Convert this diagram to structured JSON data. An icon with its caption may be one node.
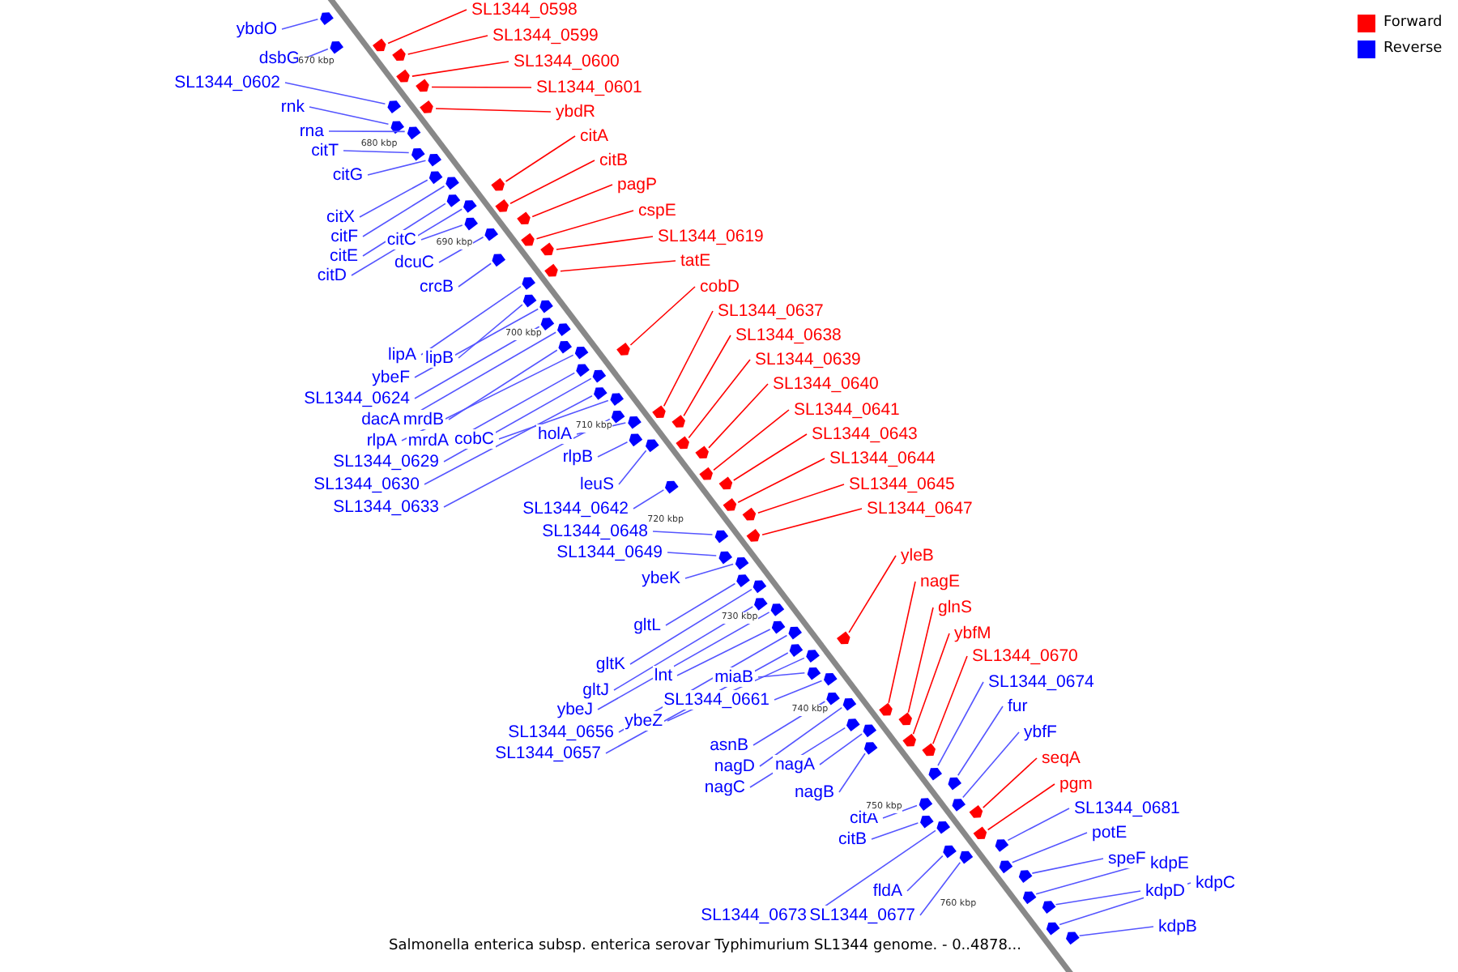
{
  "diagram": {
    "caption": "Salmonella enterica subsp. enterica serovar Typhimurium SL1344 genome. - 0..4878...",
    "nodes": [
      {
        "text": [
          "SL1344_0598"
        ]
      },
      {
        "text": [
          "ybdO"
        ]
      },
      {
        "text": [
          "SL1344_0599"
        ]
      },
      {
        "text": [
          "dsbG"
        ]
      },
      {
        "text": [
          "SL1344_0600"
        ]
      },
      {
        "text": [
          "SL1344_0602"
        ]
      },
      {
        "text": [
          "SL1344_0601"
        ]
      },
      {
        "text": [
          "rnk"
        ]
      },
      {
        "text": [
          "ybdR"
        ]
      },
      {
        "text": [
          "rna"
        ]
      },
      {
        "text": [
          "citA"
        ]
      },
      {
        "text": [
          "citT"
        ]
      },
      {
        "text": [
          "citB"
        ]
      },
      {
        "text": [
          "citG"
        ]
      },
      {
        "text": [
          "pagP"
        ]
      },
      {
        "text": [
          "cspE"
        ]
      },
      {
        "text": [
          "citX"
        ]
      },
      {
        "text": [
          "SL1344_0619"
        ]
      },
      {
        "text": [
          "citF"
        ]
      },
      {
        "text": [
          "citC"
        ]
      },
      {
        "text": [
          "citE"
        ]
      },
      {
        "text": [
          "tatE"
        ]
      },
      {
        "text": [
          "dcuC"
        ]
      },
      {
        "text": [
          "citD"
        ]
      },
      {
        "text": [
          "cobD"
        ]
      },
      {
        "text": [
          "crcB"
        ]
      },
      {
        "text": [
          "SL1344_0637"
        ]
      },
      {
        "text": [
          "SL1344_0638"
        ]
      },
      {
        "text": [
          "lipA"
        ]
      },
      {
        "text": [
          "lipB"
        ]
      },
      {
        "text": [
          "SL1344_0639"
        ]
      },
      {
        "text": [
          "ybeF"
        ]
      },
      {
        "text": [
          "SL1344_0640"
        ]
      },
      {
        "text": [
          "SL1344_0624"
        ]
      },
      {
        "text": [
          "SL1344_0641"
        ]
      },
      {
        "text": [
          "dacA"
        ]
      },
      {
        "text": [
          "mrdB"
        ]
      },
      {
        "text": [
          "holA"
        ]
      },
      {
        "text": [
          "SL1344_0643"
        ]
      },
      {
        "text": [
          "cobC"
        ]
      },
      {
        "text": [
          "rlpA"
        ]
      },
      {
        "text": [
          "mrdA"
        ]
      },
      {
        "text": [
          "rlpB"
        ]
      },
      {
        "text": [
          "SL1344_0644"
        ]
      },
      {
        "text": [
          "SL1344_0629"
        ]
      },
      {
        "text": [
          "leuS"
        ]
      },
      {
        "text": [
          "SL1344_0645"
        ]
      },
      {
        "text": [
          "SL1344_0630"
        ]
      },
      {
        "text": [
          "SL1344_0633"
        ]
      },
      {
        "text": [
          "SL1344_0642"
        ]
      },
      {
        "text": [
          "SL1344_0647"
        ]
      },
      {
        "text": [
          "SL1344_0648"
        ]
      },
      {
        "text": [
          "SL1344_0649"
        ]
      },
      {
        "text": [
          "yleB"
        ]
      },
      {
        "text": [
          "ybeK"
        ]
      },
      {
        "text": [
          "nagE"
        ]
      },
      {
        "text": [
          "glnS"
        ]
      },
      {
        "text": [
          "gltL"
        ]
      },
      {
        "text": [
          "ybfM"
        ]
      },
      {
        "text": [
          "SL1344_0670"
        ]
      },
      {
        "text": [
          "gltK"
        ]
      },
      {
        "text": [
          "lnt"
        ]
      },
      {
        "text": [
          "miaB"
        ]
      },
      {
        "text": [
          "SL1344_0674"
        ]
      },
      {
        "text": [
          "gltJ"
        ]
      },
      {
        "text": [
          "SL1344_0661"
        ]
      },
      {
        "text": [
          "fur"
        ]
      },
      {
        "text": [
          "ybeJ"
        ]
      },
      {
        "text": [
          "ybeZ"
        ]
      },
      {
        "text": [
          "SL1344_0656"
        ]
      },
      {
        "text": [
          "ybfF"
        ]
      },
      {
        "text": [
          "asnB"
        ]
      },
      {
        "text": [
          "SL1344_0657"
        ]
      },
      {
        "text": [
          "seqA"
        ]
      },
      {
        "text": [
          "nagA"
        ]
      },
      {
        "text": [
          "nagD"
        ]
      },
      {
        "text": [
          "pgm"
        ]
      },
      {
        "text": [
          "nagC"
        ]
      },
      {
        "text": [
          "nagB"
        ]
      },
      {
        "text": [
          "SL1344_0681"
        ]
      },
      {
        "text": [
          "citA"
        ]
      },
      {
        "text": [
          "potE"
        ]
      },
      {
        "text": [
          "citB"
        ]
      },
      {
        "text": [
          "speF"
        ]
      },
      {
        "text": [
          "kdpE"
        ]
      },
      {
        "text": [
          "kdpC"
        ]
      },
      {
        "text": [
          "fldA"
        ]
      },
      {
        "text": [
          "kdpD"
        ]
      },
      {
        "text": [
          "SL1344_0673"
        ]
      },
      {
        "text": [
          "SL1344_0677"
        ]
      },
      {
        "text": [
          "kdpB"
        ]
      },
      {
        "text": [],
        "shape": "pentagon"
      },
      {
        "text": [],
        "shape": "pentagon"
      },
      {
        "text": [],
        "shape": "pentagon"
      },
      {
        "text": [],
        "shape": "pentagon"
      },
      {
        "text": [],
        "shape": "pentagon"
      },
      {
        "text": [],
        "shape": "pentagon"
      },
      {
        "text": [],
        "shape": "pentagon"
      },
      {
        "text": [],
        "shape": "pentagon"
      },
      {
        "text": [],
        "shape": "pentagon"
      },
      {
        "text": [],
        "shape": "pentagon"
      },
      {
        "text": [],
        "shape": "pentagon"
      },
      {
        "text": [],
        "shape": "pentagon"
      },
      {
        "text": [],
        "shape": "pentagon"
      },
      {
        "text": [],
        "shape": "pentagon"
      },
      {
        "text": [],
        "shape": "pentagon"
      },
      {
        "text": [],
        "shape": "pentagon"
      },
      {
        "text": [],
        "shape": "pentagon"
      },
      {
        "text": [],
        "shape": "pentagon"
      },
      {
        "text": [],
        "shape": "pentagon"
      },
      {
        "text": [],
        "shape": "pentagon"
      },
      {
        "text": [],
        "shape": "pentagon"
      },
      {
        "text": [],
        "shape": "pentagon"
      },
      {
        "text": [],
        "shape": "pentagon"
      },
      {
        "text": [],
        "shape": "pentagon"
      },
      {
        "text": [],
        "shape": "pentagon"
      },
      {
        "text": [],
        "shape": "pentagon"
      },
      {
        "text": [],
        "shape": "pentagon"
      },
      {
        "text": [],
        "shape": "pentagon"
      },
      {
        "text": [],
        "shape": "pentagon"
      },
      {
        "text": [],
        "shape": "pentagon"
      },
      {
        "text": [],
        "shape": "pentagon"
      },
      {
        "text": [],
        "shape": "pentagon"
      },
      {
        "text": [],
        "shape": "pentagon"
      },
      {
        "text": [],
        "shape": "pentagon"
      },
      {
        "text": [],
        "shape": "pentagon"
      },
      {
        "text": [],
        "shape": "pentagon"
      },
      {
        "text": [],
        "shape": "pentagon"
      },
      {
        "text": [],
        "shape": "pentagon"
      },
      {
        "text": [],
        "shape": "pentagon"
      },
      {
        "text": [],
        "shape": "pentagon"
      },
      {
        "text": [],
        "shape": "pentagon"
      },
      {
        "text": [],
        "shape": "pentagon"
      },
      {
        "text": [],
        "shape": "pentagon"
      },
      {
        "text": [],
        "shape": "pentagon"
      },
      {
        "text": [],
        "shape": "pentagon"
      },
      {
        "text": [],
        "shape": "pentagon"
      },
      {
        "text": [],
        "shape": "pentagon"
      },
      {
        "text": [],
        "shape": "pentagon"
      },
      {
        "text": [],
        "shape": "pentagon"
      },
      {
        "text": [],
        "shape": "pentagon"
      },
      {
        "text": [],
        "shape": "pentagon"
      },
      {
        "text": [],
        "shape": "pentagon"
      },
      {
        "text": [],
        "shape": "pentagon"
      },
      {
        "text": [],
        "shape": "pentagon"
      },
      {
        "text": [],
        "shape": "pentagon"
      },
      {
        "text": [],
        "shape": "pentagon"
      },
      {
        "text": [],
        "shape": "pentagon"
      },
      {
        "text": [],
        "shape": "pentagon"
      },
      {
        "text": [],
        "shape": "pentagon"
      },
      {
        "text": [],
        "shape": "pentagon"
      },
      {
        "text": [],
        "shape": "pentagon"
      },
      {
        "text": [],
        "shape": "pentagon"
      },
      {
        "text": [],
        "shape": "pentagon"
      },
      {
        "text": [],
        "shape": "pentagon"
      },
      {
        "text": [],
        "shape": "pentagon"
      },
      {
        "text": [],
        "shape": "pentagon"
      },
      {
        "text": [],
        "shape": "pentagon"
      },
      {
        "text": [],
        "shape": "pentagon"
      },
      {
        "text": [],
        "shape": "pentagon"
      },
      {
        "text": [],
        "shape": "pentagon"
      },
      {
        "text": [],
        "shape": "pentagon"
      },
      {
        "text": [],
        "shape": "pentagon"
      },
      {
        "text": [],
        "shape": "pentagon"
      },
      {
        "text": [],
        "shape": "pentagon"
      },
      {
        "text": [],
        "shape": "pentagon"
      },
      {
        "text": [],
        "shape": "pentagon"
      },
      {
        "text": [],
        "shape": "pentagon"
      },
      {
        "text": [],
        "shape": "pentagon"
      },
      {
        "text": [],
        "shape": "pentagon"
      },
      {
        "text": [],
        "shape": "pentagon"
      },
      {
        "text": [],
        "shape": "pentagon"
      },
      {
        "text": [],
        "shape": "pentagon"
      },
      {
        "text": [],
        "shape": "pentagon"
      },
      {
        "text": [],
        "shape": "pentagon"
      },
      {
        "text": [],
        "shape": "pentagon"
      },
      {
        "text": [],
        "shape": "pentagon"
      },
      {
        "text": [],
        "shape": "pentagon"
      },
      {
        "text": [],
        "shape": "pentagon"
      },
      {
        "text": [],
        "shape": "pentagon"
      },
      {
        "text": [],
        "shape": "pentagon"
      },
      {
        "text": [],
        "shape": "pentagon"
      }
    ],
    "edges": [
      {
        "from": 0,
        "to": 91,
        "arrow": "none",
        "color": "#ff0000"
      },
      {
        "from": 1,
        "to": 92,
        "arrow": "none"
      },
      {
        "from": 2,
        "to": 93,
        "arrow": "none",
        "color": "#ff0000"
      },
      {
        "from": 3,
        "to": 94,
        "arrow": "none"
      },
      {
        "from": 4,
        "to": 95,
        "arrow": "none",
        "color": "#ff0000"
      },
      {
        "from": 5,
        "to": 96,
        "arrow": "none"
      },
      {
        "from": 6,
        "to": 97,
        "arrow": "none",
        "color": "#ff0000"
      },
      {
        "from": 7,
        "to": 98,
        "arrow": "none"
      },
      {
        "from": 8,
        "to": 99,
        "arrow": "none",
        "color": "#ff0000"
      },
      {
        "from": 9,
        "to": 100,
        "arrow": "none"
      },
      {
        "from": 10,
        "to": 101,
        "arrow": "none",
        "color": "#ff0000"
      },
      {
        "from": 11,
        "to": 102,
        "arrow": "none"
      },
      {
        "from": 12,
        "to": 103,
        "arrow": "none",
        "color": "#ff0000"
      },
      {
        "from": 13,
        "to": 104,
        "arrow": "none"
      },
      {
        "from": 14,
        "to": 105,
        "arrow": "none",
        "color": "#ff0000"
      },
      {
        "from": 15,
        "to": 106,
        "arrow": "none",
        "color": "#ff0000"
      },
      {
        "from": 16,
        "to": 107,
        "arrow": "none"
      },
      {
        "from": 17,
        "to": 108,
        "arrow": "none",
        "color": "#ff0000"
      },
      {
        "from": 18,
        "to": 109,
        "arrow": "none"
      },
      {
        "from": 19,
        "to": 110,
        "arrow": "none"
      },
      {
        "from": 20,
        "to": 111,
        "arrow": "none"
      },
      {
        "from": 21,
        "to": 112,
        "arrow": "none",
        "color": "#ff0000"
      },
      {
        "from": 22,
        "to": 113,
        "arrow": "none"
      },
      {
        "from": 23,
        "to": 114,
        "arrow": "none"
      },
      {
        "from": 24,
        "to": 115,
        "arrow": "none",
        "color": "#ff0000"
      },
      {
        "from": 25,
        "to": 116,
        "arrow": "none"
      },
      {
        "from": 26,
        "to": 117,
        "arrow": "none",
        "color": "#ff0000"
      },
      {
        "from": 27,
        "to": 118,
        "arrow": "none",
        "color": "#ff0000"
      },
      {
        "from": 28,
        "to": 119,
        "arrow": "none"
      },
      {
        "from": 29,
        "to": 120,
        "arrow": "none"
      },
      {
        "from": 30,
        "to": 121,
        "arrow": "none",
        "color": "#ff0000"
      },
      {
        "from": 31,
        "to": 122,
        "arrow": "none"
      },
      {
        "from": 32,
        "to": 123,
        "arrow": "none",
        "color": "#ff0000"
      },
      {
        "from": 33,
        "to": 124,
        "arrow": "none"
      },
      {
        "from": 34,
        "to": 125,
        "arrow": "none",
        "color": "#ff0000"
      },
      {
        "from": 35,
        "to": 126,
        "arrow": "none"
      },
      {
        "from": 36,
        "to": 127,
        "arrow": "none"
      },
      {
        "from": 37,
        "to": 128,
        "arrow": "none"
      },
      {
        "from": 38,
        "to": 129,
        "arrow": "none",
        "color": "#ff0000"
      },
      {
        "from": 39,
        "to": 130,
        "arrow": "none"
      },
      {
        "from": 40,
        "to": 131,
        "arrow": "none"
      },
      {
        "from": 41,
        "to": 132,
        "arrow": "none"
      },
      {
        "from": 42,
        "to": 133,
        "arrow": "none"
      },
      {
        "from": 43,
        "to": 134,
        "arrow": "none",
        "color": "#ff0000"
      },
      {
        "from": 44,
        "to": 135,
        "arrow": "none"
      },
      {
        "from": 45,
        "to": 136,
        "arrow": "none"
      },
      {
        "from": 46,
        "to": 137,
        "arrow": "none",
        "color": "#ff0000"
      },
      {
        "from": 47,
        "to": 138,
        "arrow": "none"
      },
      {
        "from": 48,
        "to": 139,
        "arrow": "none"
      },
      {
        "from": 49,
        "to": 140,
        "arrow": "none"
      },
      {
        "from": 50,
        "to": 141,
        "arrow": "none",
        "color": "#ff0000"
      },
      {
        "from": 51,
        "to": 142,
        "arrow": "none"
      },
      {
        "from": 52,
        "to": 143,
        "arrow": "none"
      },
      {
        "from": 53,
        "to": 144,
        "arrow": "none",
        "color": "#ff0000"
      },
      {
        "from": 54,
        "to": 145,
        "arrow": "none"
      },
      {
        "from": 55,
        "to": 146,
        "arrow": "none",
        "color": "#ff0000"
      },
      {
        "from": 56,
        "to": 147,
        "arrow": "none",
        "color": "#ff0000"
      },
      {
        "from": 57,
        "to": 148,
        "arrow": "none"
      },
      {
        "from": 58,
        "to": 149,
        "arrow": "none",
        "color": "#ff0000"
      },
      {
        "from": 59,
        "to": 150,
        "arrow": "none",
        "color": "#ff0000"
      },
      {
        "from": 60,
        "to": 151,
        "arrow": "none"
      },
      {
        "from": 61,
        "to": 152,
        "arrow": "none"
      },
      {
        "from": 62,
        "to": 153,
        "arrow": "none"
      },
      {
        "from": 63,
        "to": 154,
        "arrow": "none"
      },
      {
        "from": 64,
        "to": 155,
        "arrow": "none"
      },
      {
        "from": 65,
        "to": 156,
        "arrow": "none"
      },
      {
        "from": 66,
        "to": 157,
        "arrow": "none"
      },
      {
        "from": 67,
        "to": 158,
        "arrow": "none"
      },
      {
        "from": 68,
        "to": 159,
        "arrow": "none"
      },
      {
        "from": 69,
        "to": 160,
        "arrow": "none"
      },
      {
        "from": 70,
        "to": 161,
        "arrow": "none"
      },
      {
        "from": 71,
        "to": 162,
        "arrow": "none"
      },
      {
        "from": 72,
        "to": 163,
        "arrow": "none"
      },
      {
        "from": 73,
        "to": 164,
        "arrow": "none",
        "color": "#ff0000"
      },
      {
        "from": 74,
        "to": 165,
        "arrow": "none"
      },
      {
        "from": 75,
        "to": 166,
        "arrow": "none"
      },
      {
        "from": 76,
        "to": 167,
        "arrow": "none",
        "color": "#ff0000"
      },
      {
        "from": 77,
        "to": 168,
        "arrow": "none"
      },
      {
        "from": 78,
        "to": 169,
        "arrow": "none"
      },
      {
        "from": 79,
        "to": 170,
        "arrow": "none"
      },
      {
        "from": 80,
        "to": 171,
        "arrow": "none"
      },
      {
        "from": 81,
        "to": 172,
        "arrow": "none"
      },
      {
        "from": 82,
        "to": 173,
        "arrow": "none"
      },
      {
        "from": 83,
        "to": 174,
        "arrow": "none"
      },
      {
        "from": 84,
        "to": 175,
        "arrow": "none"
      },
      {
        "from": 85,
        "to": 176,
        "arrow": "none"
      },
      {
        "from": 86,
        "to": 177,
        "arrow": "none"
      },
      {
        "from": 87,
        "to": 178,
        "arrow": "none"
      },
      {
        "from": 88,
        "to": 179,
        "arrow": "none"
      },
      {
        "from": 89,
        "to": 180,
        "arrow": "none"
      },
      {
        "from": 90,
        "to": 181,
        "arrow": "none"
      }
    ],
    "labels": [
      "670 kbp",
      "680 kbp",
      "690 kbp",
      "700 kbp",
      "710 kbp",
      "720 kbp",
      "730 kbp",
      "740 kbp",
      "750 kbp",
      "760 kbp"
    ],
    "legend": [
      {
        "text": "Forward",
        "color": "#ff0000"
      },
      {
        "text": "Reverse",
        "color": "#0000ff"
      }
    ]
  }
}
